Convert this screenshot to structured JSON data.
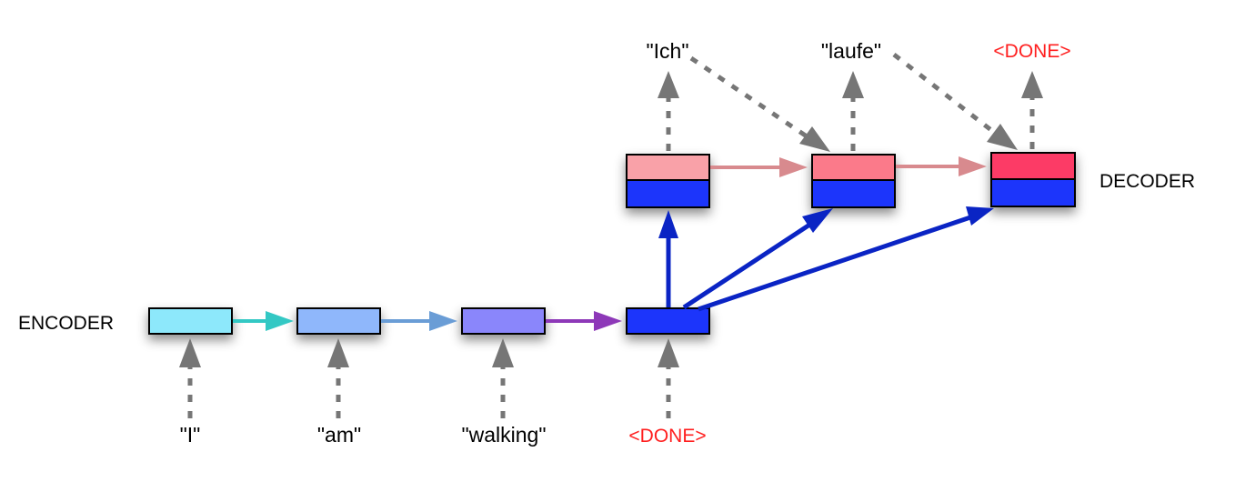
{
  "encoder_label": "ENCODER",
  "decoder_label": "DECODER",
  "inputs": [
    "\"I\"",
    "\"am\"",
    "\"walking\"",
    "<DONE>"
  ],
  "outputs": [
    "\"Ich\"",
    "\"laufe\"",
    "<DONE>"
  ],
  "colors": {
    "encoder_cells": [
      "#8de8fb",
      "#8fb7fb",
      "#8a86fb",
      "#1a35fb"
    ],
    "decoder_top": [
      "#f9a1a8",
      "#fb7a8a",
      "#fc3b66"
    ],
    "decoder_bottom": "#1a35fb",
    "done_text": "#ff1f1f",
    "gray_arrow": "#767676",
    "context_arrow": "#0a24c4",
    "encoder_arrows": [
      "#33c8c4",
      "#6a9dd6",
      "#8d38b8"
    ],
    "decoder_arrow": "#d88a8e"
  }
}
